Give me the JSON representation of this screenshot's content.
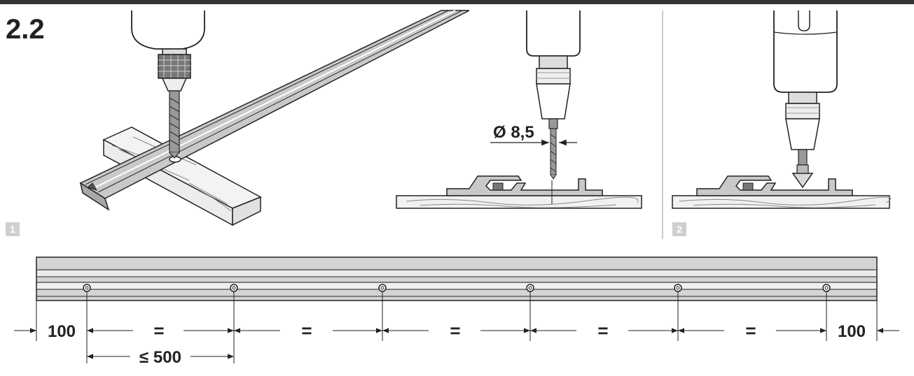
{
  "section_number": "2.2",
  "steps": [
    {
      "number": "1"
    },
    {
      "number": "2"
    }
  ],
  "drill_diameter_label": "Ø 8,5",
  "dimensions": {
    "end_offset_left": "100",
    "end_offset_right": "100",
    "equal_sign": "=",
    "max_spacing": "≤ 500"
  },
  "colors": {
    "profile_fill": "#c9c9c9",
    "wood_fill": "#efefef",
    "line": "#222222",
    "badge": "#cfcfcf"
  }
}
